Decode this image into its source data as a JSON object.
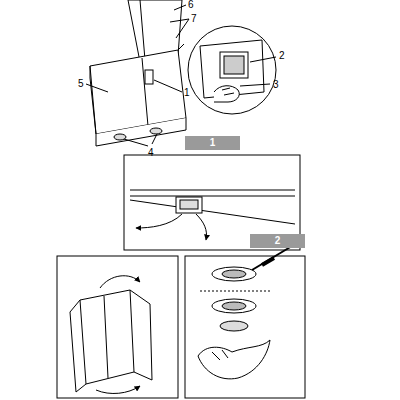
{
  "diagram": {
    "nodes": [
      {
        "text": [
          "1"
        ]
      },
      {
        "text": [
          "2"
        ]
      }
    ],
    "labels": [
      "6",
      "7",
      "5",
      "1",
      "4",
      "2",
      "3"
    ]
  }
}
